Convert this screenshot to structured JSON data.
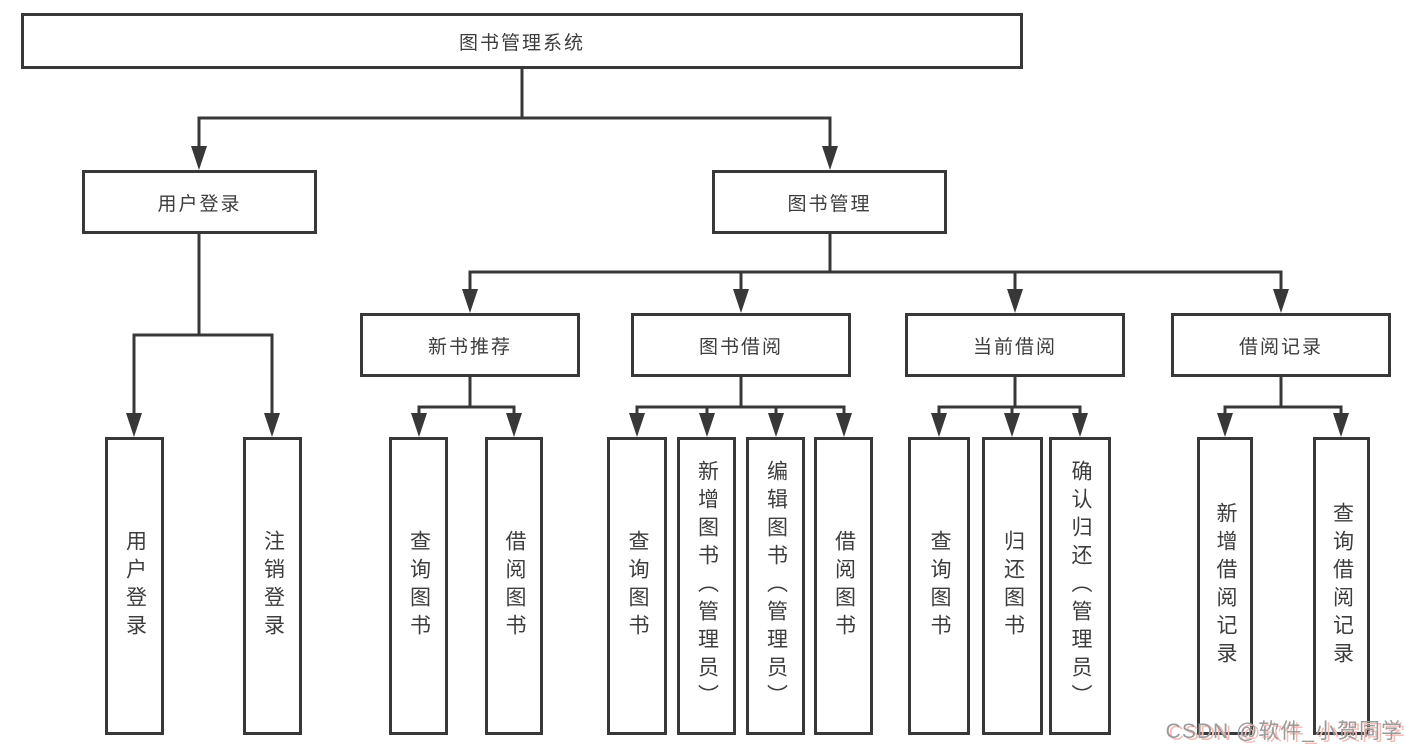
{
  "colors": {
    "line": "#383838",
    "box_border": "#383838",
    "box_fill": "#ffffff",
    "text": "#3d3d3d",
    "watermark_text": "#9a9a9a",
    "watermark_shadow": "#f3bdb8"
  },
  "nodes": {
    "root": "图书管理系统",
    "login": "用户登录",
    "management": "图书管理",
    "new_book": "新书推荐",
    "borrowing": "图书借阅",
    "current": "当前借阅",
    "records": "借阅记录",
    "login_user": "用户登录",
    "login_logout": "注销登录",
    "newbook_query": "查询图书",
    "newbook_borrow": "借阅图书",
    "borrowing_query": "查询图书",
    "borrowing_add": "新增图书（管理员）",
    "borrowing_edit": "编辑图书（管理员）",
    "borrowing_borrow": "借阅图书",
    "current_query": "查询图书",
    "current_return": "归还图书",
    "current_confirm": "确认归还（管理员）",
    "records_add": "新增借阅记录",
    "records_query": "查询借阅记录"
  },
  "watermark": {
    "text": "CSDN @软件_小贺同学"
  }
}
